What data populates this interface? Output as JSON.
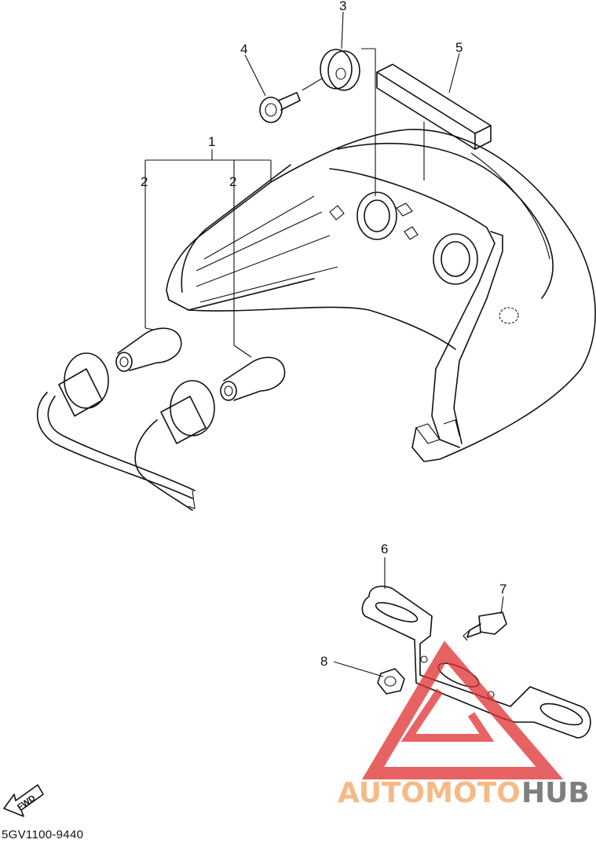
{
  "callouts": [
    {
      "id": "c1",
      "text": "1"
    },
    {
      "id": "c2a",
      "text": "2"
    },
    {
      "id": "c2b",
      "text": "2"
    },
    {
      "id": "c3",
      "text": "3"
    },
    {
      "id": "c4",
      "text": "4"
    },
    {
      "id": "c5",
      "text": "5"
    },
    {
      "id": "c6",
      "text": "6"
    },
    {
      "id": "c7",
      "text": "7"
    },
    {
      "id": "c8",
      "text": "8"
    }
  ],
  "fwd_label": "FWD",
  "diagram_code": "5GV1100-9440",
  "watermark": {
    "text_a": "AUTOMOTO",
    "text_b": "HUB",
    "color_a": "#f4a460",
    "color_b": "#555555",
    "triangle_color": "#e03030"
  }
}
